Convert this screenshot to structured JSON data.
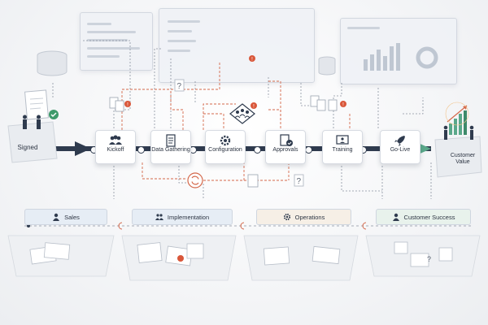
{
  "diagram": {
    "start_label": "Signed",
    "end_label": "Customer Value",
    "steps": [
      {
        "id": "kickoff",
        "label": "Kickoff",
        "icon": "team-icon"
      },
      {
        "id": "data-gathering",
        "label": "Data Gathering",
        "icon": "document-icon"
      },
      {
        "id": "configuration",
        "label": "Configuration",
        "icon": "gear-icon"
      },
      {
        "id": "approvals",
        "label": "Approvals",
        "icon": "approval-icon"
      },
      {
        "id": "training",
        "label": "Training",
        "icon": "presentation-icon"
      },
      {
        "id": "go-live",
        "label": "Go-Live",
        "icon": "rocket-icon"
      }
    ],
    "departments": [
      {
        "id": "sales",
        "label": "Sales",
        "icon": "person-icon",
        "color": "#e6edf5"
      },
      {
        "id": "implementation",
        "label": "Implementation",
        "icon": "team-icon",
        "color": "#e6edf5"
      },
      {
        "id": "operations",
        "label": "Operations",
        "icon": "gear-icon",
        "color": "#f6efe6"
      },
      {
        "id": "customer-success",
        "label": "Customer Success",
        "icon": "person-icon",
        "color": "#e8f2ec"
      }
    ],
    "colors": {
      "timeline": "#2f3b4e",
      "dashed_link": "#d4684a",
      "alert": "#d9573a",
      "accent_green": "#5aa88a",
      "neutral_line": "#8a93a0"
    }
  }
}
